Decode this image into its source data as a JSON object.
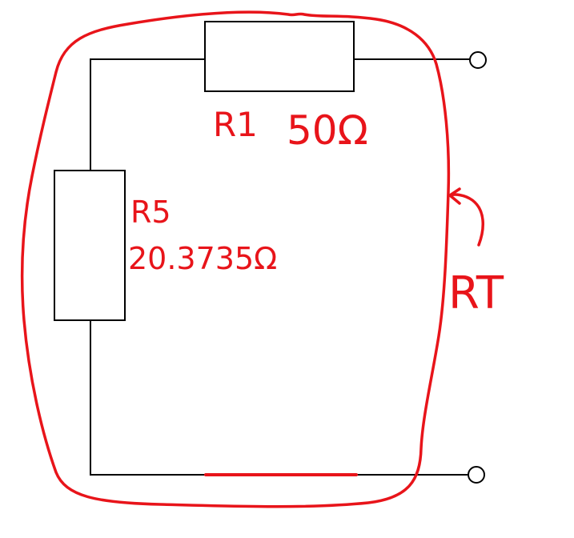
{
  "labels": {
    "r1_name": "R1",
    "r1_value": "50Ω",
    "r5_name": "R5",
    "r5_value": "20.3735Ω",
    "rt_name": "RT"
  },
  "colors": {
    "wire": "#000000",
    "ink": "#e8141a",
    "background": "#ffffff"
  }
}
